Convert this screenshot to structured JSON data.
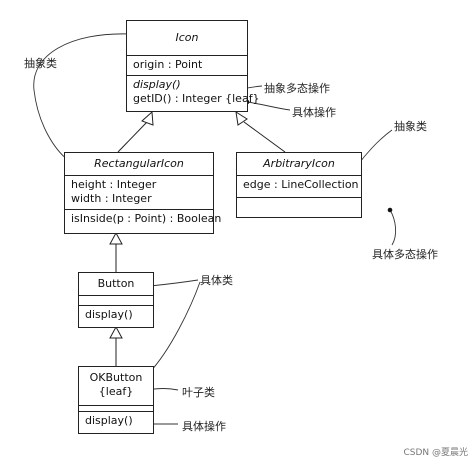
{
  "classes": {
    "icon": {
      "name": "Icon",
      "attributes": [
        "origin : Point"
      ],
      "operations": [
        "display()",
        "getID() : Integer {leaf}"
      ]
    },
    "rectangular_icon": {
      "name": "RectangularIcon",
      "attributes": [
        "height : Integer",
        "width : Integer"
      ],
      "operations": [
        "isInside(p : Point) : Boolean"
      ]
    },
    "arbitrary_icon": {
      "name": "ArbitraryIcon",
      "attributes": [
        "edge : LineCollection"
      ],
      "operations": [
        ""
      ]
    },
    "button": {
      "name": "Button",
      "attributes": [
        ""
      ],
      "operations": [
        "display()"
      ]
    },
    "ok_button": {
      "name_line1": "OKButton",
      "name_line2": "{leaf}",
      "operations": [
        "display()"
      ]
    }
  },
  "annotations": {
    "abstract_class_left": "抽象类",
    "abstract_polymorphic_op": "抽象多态操作",
    "concrete_op_top": "具体操作",
    "abstract_class_right": "抽象类",
    "concrete_polymorphic_op": "具体多态操作",
    "concrete_class": "具体类",
    "leaf_class": "叶子类",
    "concrete_op_bottom": "具体操作"
  },
  "watermark": "CSDN @夏晨光"
}
